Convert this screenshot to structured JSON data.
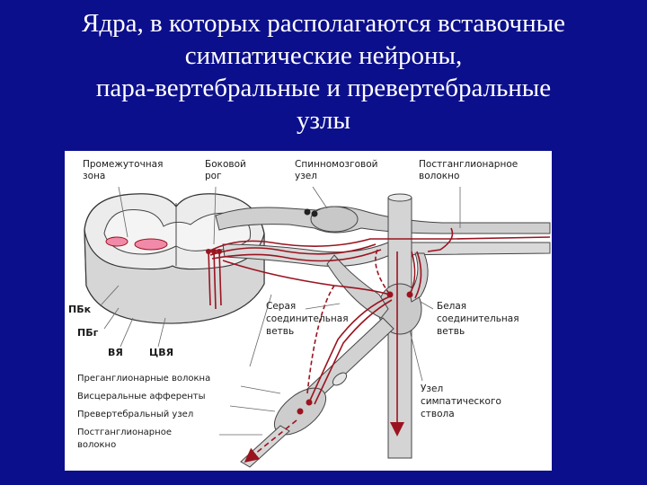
{
  "slide": {
    "title_lines": [
      "Ядра, в которых располагаются вставочные",
      "симпатические нейроны,",
      "пара-вертебральные и превертебральные",
      "узлы"
    ]
  },
  "labels": {
    "intermediate_zone": [
      "Промежуточная",
      "зона"
    ],
    "lateral_horn": [
      "Боковой",
      "рог"
    ],
    "spinal_ganglion": [
      "Спинномозговой",
      "узел"
    ],
    "postganglionic_fiber_top": [
      "Постганглионарное",
      "волокно"
    ],
    "gray_ramus": [
      "Серая",
      "соединительная",
      "ветвь"
    ],
    "white_ramus": [
      "Белая",
      "соединительная",
      "ветвь"
    ],
    "pbk": "ПБк",
    "pbg": "ПБг",
    "vya": "ВЯ",
    "tsvya": "ЦВЯ",
    "preganglionic_fibers": "Преганглионарные волокна",
    "visceral_afferents": "Висцеральные афференты",
    "prevertebral_ganglion": "Превертебральный узел",
    "postganglionic_fiber_bottom": [
      "Постганглионарное",
      "волокно"
    ],
    "sympathetic_trunk_ganglion": [
      "Узел",
      "симпатического",
      "ствола"
    ]
  },
  "colors": {
    "background": "#0c0f8c",
    "title_text": "#ffffff",
    "fiber_red": "#9a1420",
    "nucleus_pink": "#f08aa8",
    "tissue_gray": "#d9d9d9"
  }
}
